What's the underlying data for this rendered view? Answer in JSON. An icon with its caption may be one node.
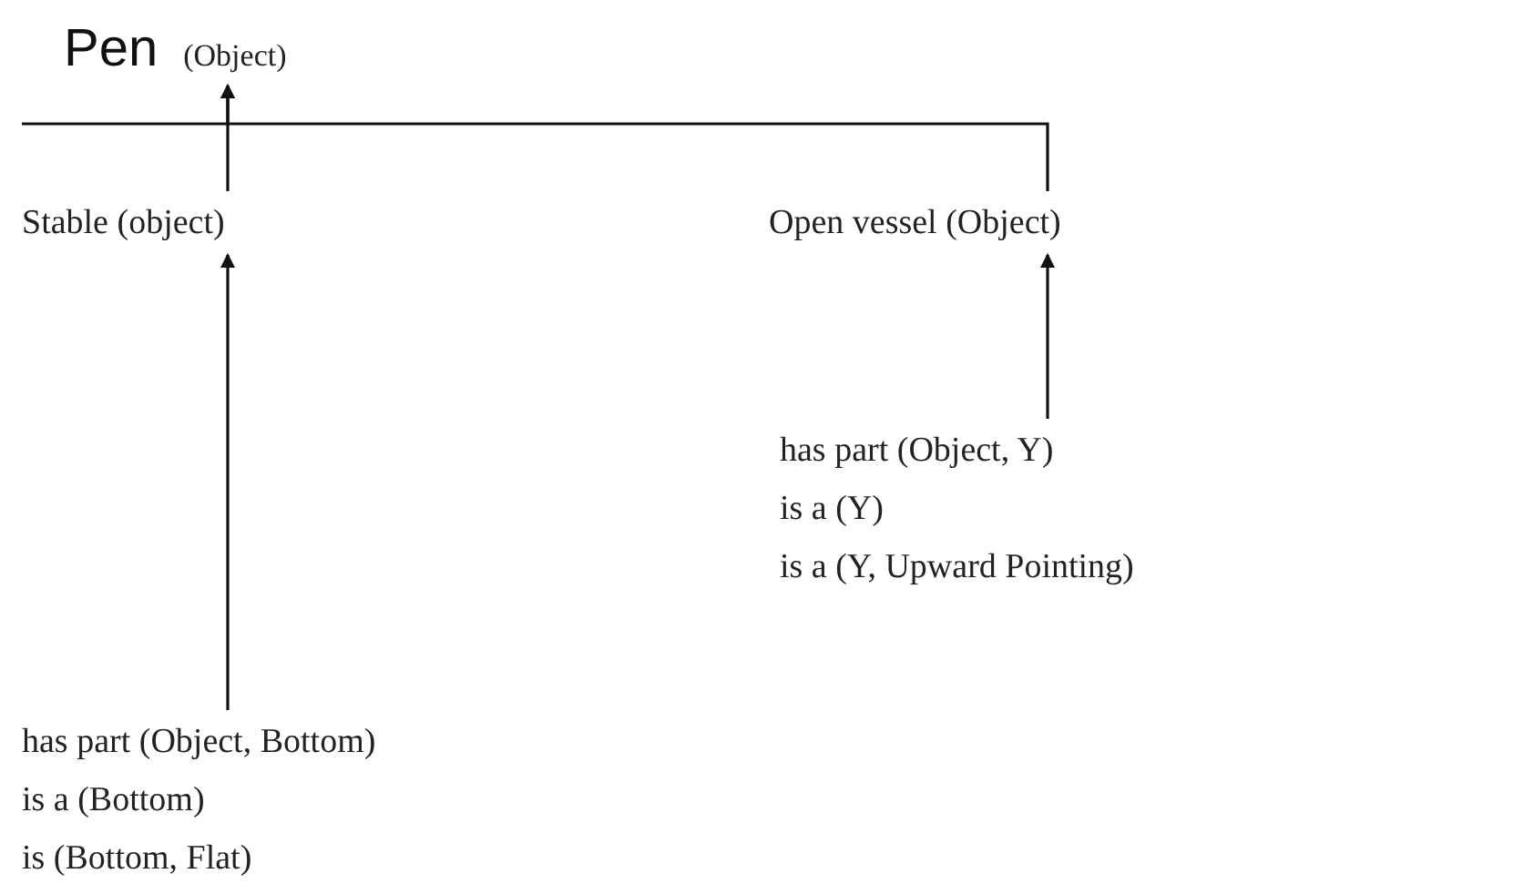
{
  "diagram": {
    "nodes": [
      {
        "text": [
          "Pen",
          "(Object)"
        ]
      },
      {
        "text": [
          "Stable (object)"
        ]
      },
      {
        "text": [
          "Open vessel (Object)"
        ]
      },
      {
        "text": [
          "has part (Object, Y)",
          "is a (Y)",
          "is a (Y, Upward Pointing)"
        ]
      },
      {
        "text": [
          "has part (Object, Bottom)",
          "is a (Bottom)",
          "is (Bottom, Flat)"
        ]
      }
    ],
    "edges": [
      {
        "from": 1,
        "to": 0,
        "arrow": "to"
      },
      {
        "from": 2,
        "to": 0,
        "arrow": "to"
      },
      {
        "from": 3,
        "to": 2,
        "arrow": "to"
      },
      {
        "from": 4,
        "to": 1,
        "arrow": "to"
      }
    ]
  }
}
